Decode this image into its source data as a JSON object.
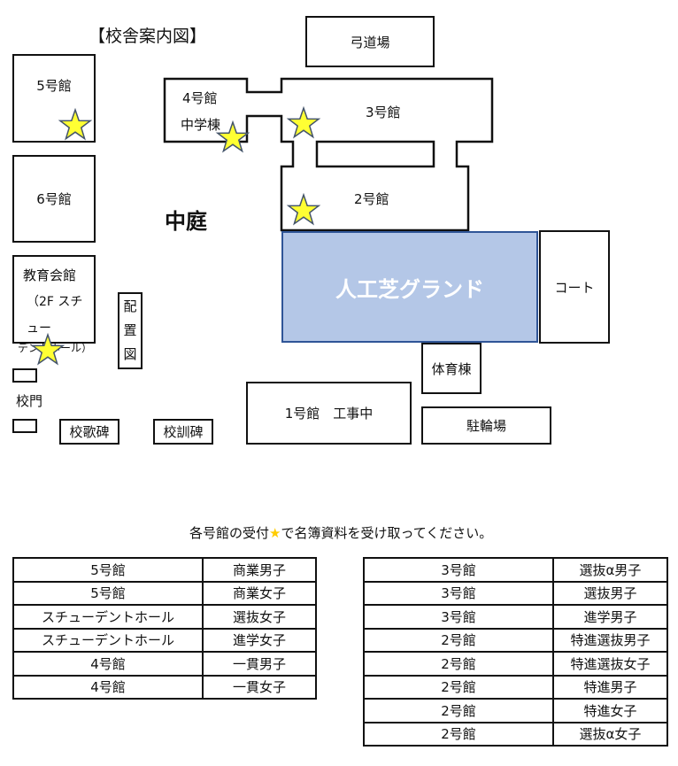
{
  "title": "【校舎案内図】",
  "buildings": {
    "kyudojo": "弓道場",
    "b5": "5号館",
    "b6": "6号館",
    "b4": "4号館",
    "b4_sub": "中学棟",
    "b3": "3号館",
    "b2": "2号館",
    "courtyard": "中庭",
    "ground": "人工芝グランド",
    "court": "コート",
    "kyoiku_1": "教育会館",
    "kyoiku_2": "（2F スチュー",
    "kyoiku_3": "デントホール）",
    "haichi": [
      "配",
      "置",
      "図"
    ],
    "gym": "体育棟",
    "b1": "1号館　工事中",
    "bike": "駐輪場",
    "gate": "校門",
    "kokahi": "校歌碑",
    "kokunhi": "校訓碑"
  },
  "notice": {
    "before": "各号館の受付",
    "star": "★",
    "after": "で名簿資料を受け取ってください。"
  },
  "colors": {
    "star": "#ffff33",
    "star_stroke": "#44546a",
    "ground": "#b4c7e7"
  },
  "left_table": [
    [
      "5号館",
      "商業男子"
    ],
    [
      "5号館",
      "商業女子"
    ],
    [
      "スチューデントホール",
      "選抜女子"
    ],
    [
      "スチューデントホール",
      "進学女子"
    ],
    [
      "4号館",
      "一貫男子"
    ],
    [
      "4号館",
      "一貫女子"
    ]
  ],
  "right_table": [
    [
      "3号館",
      "選抜α男子"
    ],
    [
      "3号館",
      "選抜男子"
    ],
    [
      "3号館",
      "進学男子"
    ],
    [
      "2号館",
      "特進選抜男子"
    ],
    [
      "2号館",
      "特進選抜女子"
    ],
    [
      "2号館",
      "特進男子"
    ],
    [
      "2号館",
      "特進女子"
    ],
    [
      "2号館",
      "選抜α女子"
    ]
  ]
}
